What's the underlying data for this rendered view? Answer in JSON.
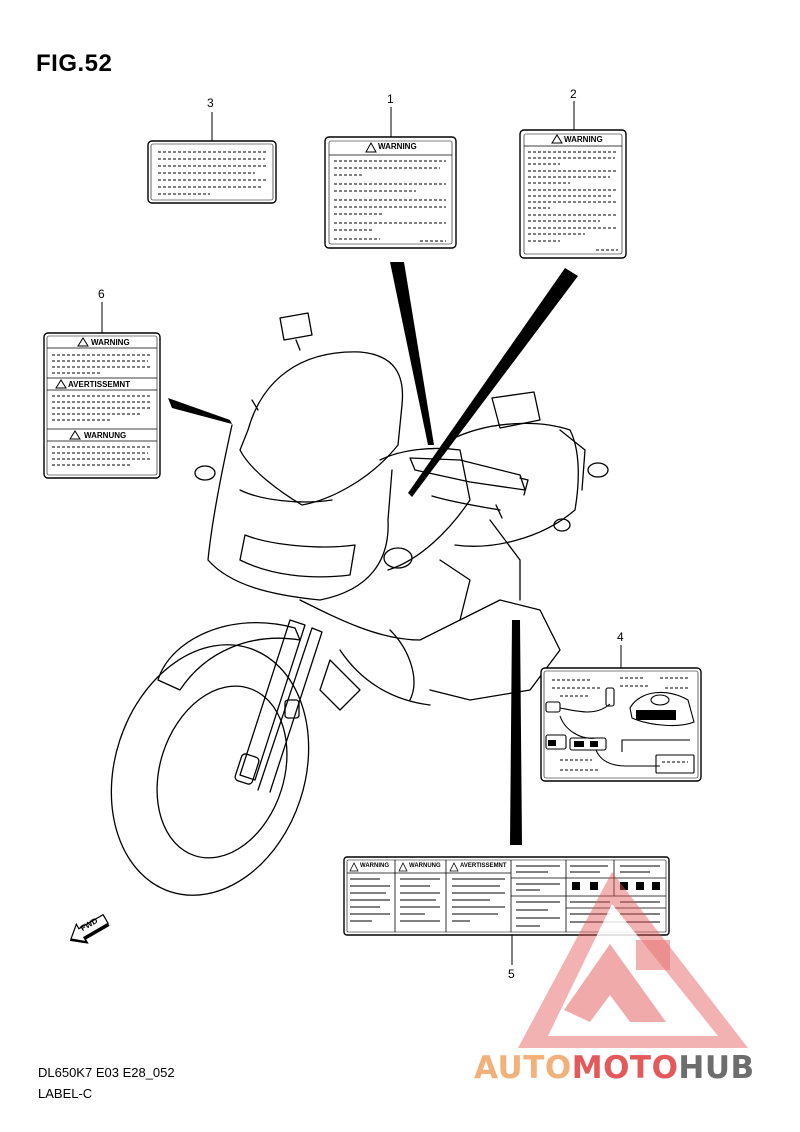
{
  "figure": {
    "title": "FIG.52"
  },
  "callouts": [
    "1",
    "2",
    "3",
    "4",
    "5",
    "6"
  ],
  "labels": {
    "warning": "WARNING",
    "avertissement_short": "AVERTISSEMNT",
    "avertissement": "AVERTISSEMNT",
    "warnung": "WARNUNG",
    "fwd": "FWD"
  },
  "footer": {
    "model_code": "DL650K7 E03 E28_052",
    "section": "LABEL-C"
  },
  "watermark": {
    "part1": "AUTO",
    "part2": "MOTO",
    "part3": "HUB",
    "colors": {
      "light": "#f2b07a",
      "red": "#e35a5a",
      "grey": "#6d6d6d"
    }
  }
}
